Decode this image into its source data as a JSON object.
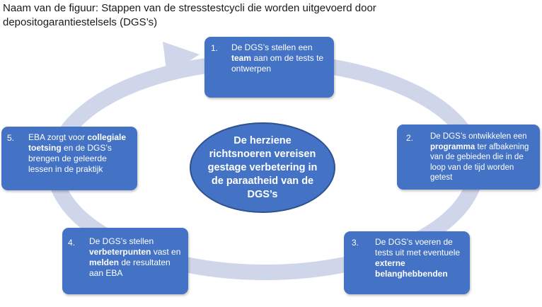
{
  "title": "Naam van de figuur: Stappen van de stresstestcycli die worden uitgevoerd door depositogarantiestelsels (DGS’s)",
  "center_text": "De herziene richtsnoeren vereisen gestage verbetering in de paraatheid van de DGS’s",
  "steps": [
    {
      "number": "1.",
      "parts": [
        {
          "t": "De DGS’s stellen een "
        },
        {
          "t": "team",
          "b": true
        },
        {
          "t": " aan om de tests te ontwerpen"
        }
      ]
    },
    {
      "number": "2.",
      "parts": [
        {
          "t": "De DGS’s ontwikkelen een "
        },
        {
          "t": "programma",
          "b": true
        },
        {
          "t": " ter afbakening van de gebieden die in de loop van de tijd worden getest"
        }
      ]
    },
    {
      "number": "3.",
      "parts": [
        {
          "t": "De DGS’s voeren de tests uit met eventuele "
        },
        {
          "t": "externe belanghebbenden",
          "b": true
        }
      ]
    },
    {
      "number": "4.",
      "parts": [
        {
          "t": "De DGS’s stellen "
        },
        {
          "t": "verbeterpunten",
          "b": true
        },
        {
          "t": " vast en "
        },
        {
          "t": "melden",
          "b": true
        },
        {
          "t": " de resultaten aan EBA"
        }
      ]
    },
    {
      "number": "5.",
      "parts": [
        {
          "t": "EBA zorgt voor "
        },
        {
          "t": "collegiale toetsing",
          "b": true
        },
        {
          "t": " en de DGS’s brengen de geleerde lessen in de praktijk"
        }
      ]
    }
  ],
  "colors": {
    "box": "#4472c4",
    "ring": "#cfd6ea",
    "text": "#ffffff"
  }
}
